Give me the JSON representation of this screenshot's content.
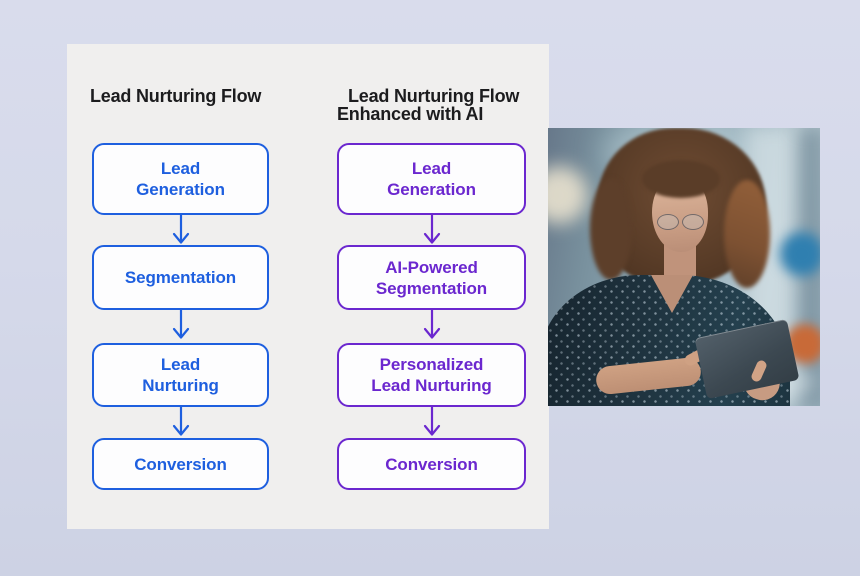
{
  "colors": {
    "page_bg": "#d5d9ea",
    "panel_bg": "#f0efee",
    "box_fill": "#fdfdfe",
    "title_ink": "#1c1c1e"
  },
  "diagram": {
    "columns": [
      {
        "title": "Lead Nurturing Flow",
        "title_lines": [
          "Lead Nurturing Flow"
        ],
        "accent": "#1e5fdf",
        "steps": [
          {
            "label": "Lead Generation",
            "lines": [
              "Lead",
              "Generation"
            ]
          },
          {
            "label": "Segmentation",
            "lines": [
              "Segmentation"
            ]
          },
          {
            "label": "Lead Nurturing",
            "lines": [
              "Lead",
              "Nurturing"
            ]
          },
          {
            "label": "Conversion",
            "lines": [
              "Conversion"
            ]
          }
        ]
      },
      {
        "title": "Lead Nurturing Flow Enhanced with AI",
        "title_lines": [
          "Lead Nurturing Flow",
          "Enhanced with AI"
        ],
        "accent": "#6b27cf",
        "steps": [
          {
            "label": "Lead Generation",
            "lines": [
              "Lead",
              "Generation"
            ]
          },
          {
            "label": "AI-Powered Segmentation",
            "lines": [
              "AI-Powered",
              "Segmentation"
            ]
          },
          {
            "label": "Personalized Lead Nurturing",
            "lines": [
              "Personalized",
              "Lead Nurturing"
            ]
          },
          {
            "label": "Conversion",
            "lines": [
              "Conversion"
            ]
          }
        ]
      }
    ]
  },
  "photo": {
    "name": "woman-using-tablet-photo",
    "bokeh_colors": {
      "cream": "#e9e2cf",
      "blue": "#2f7fb0",
      "orange": "#c86a38"
    }
  }
}
